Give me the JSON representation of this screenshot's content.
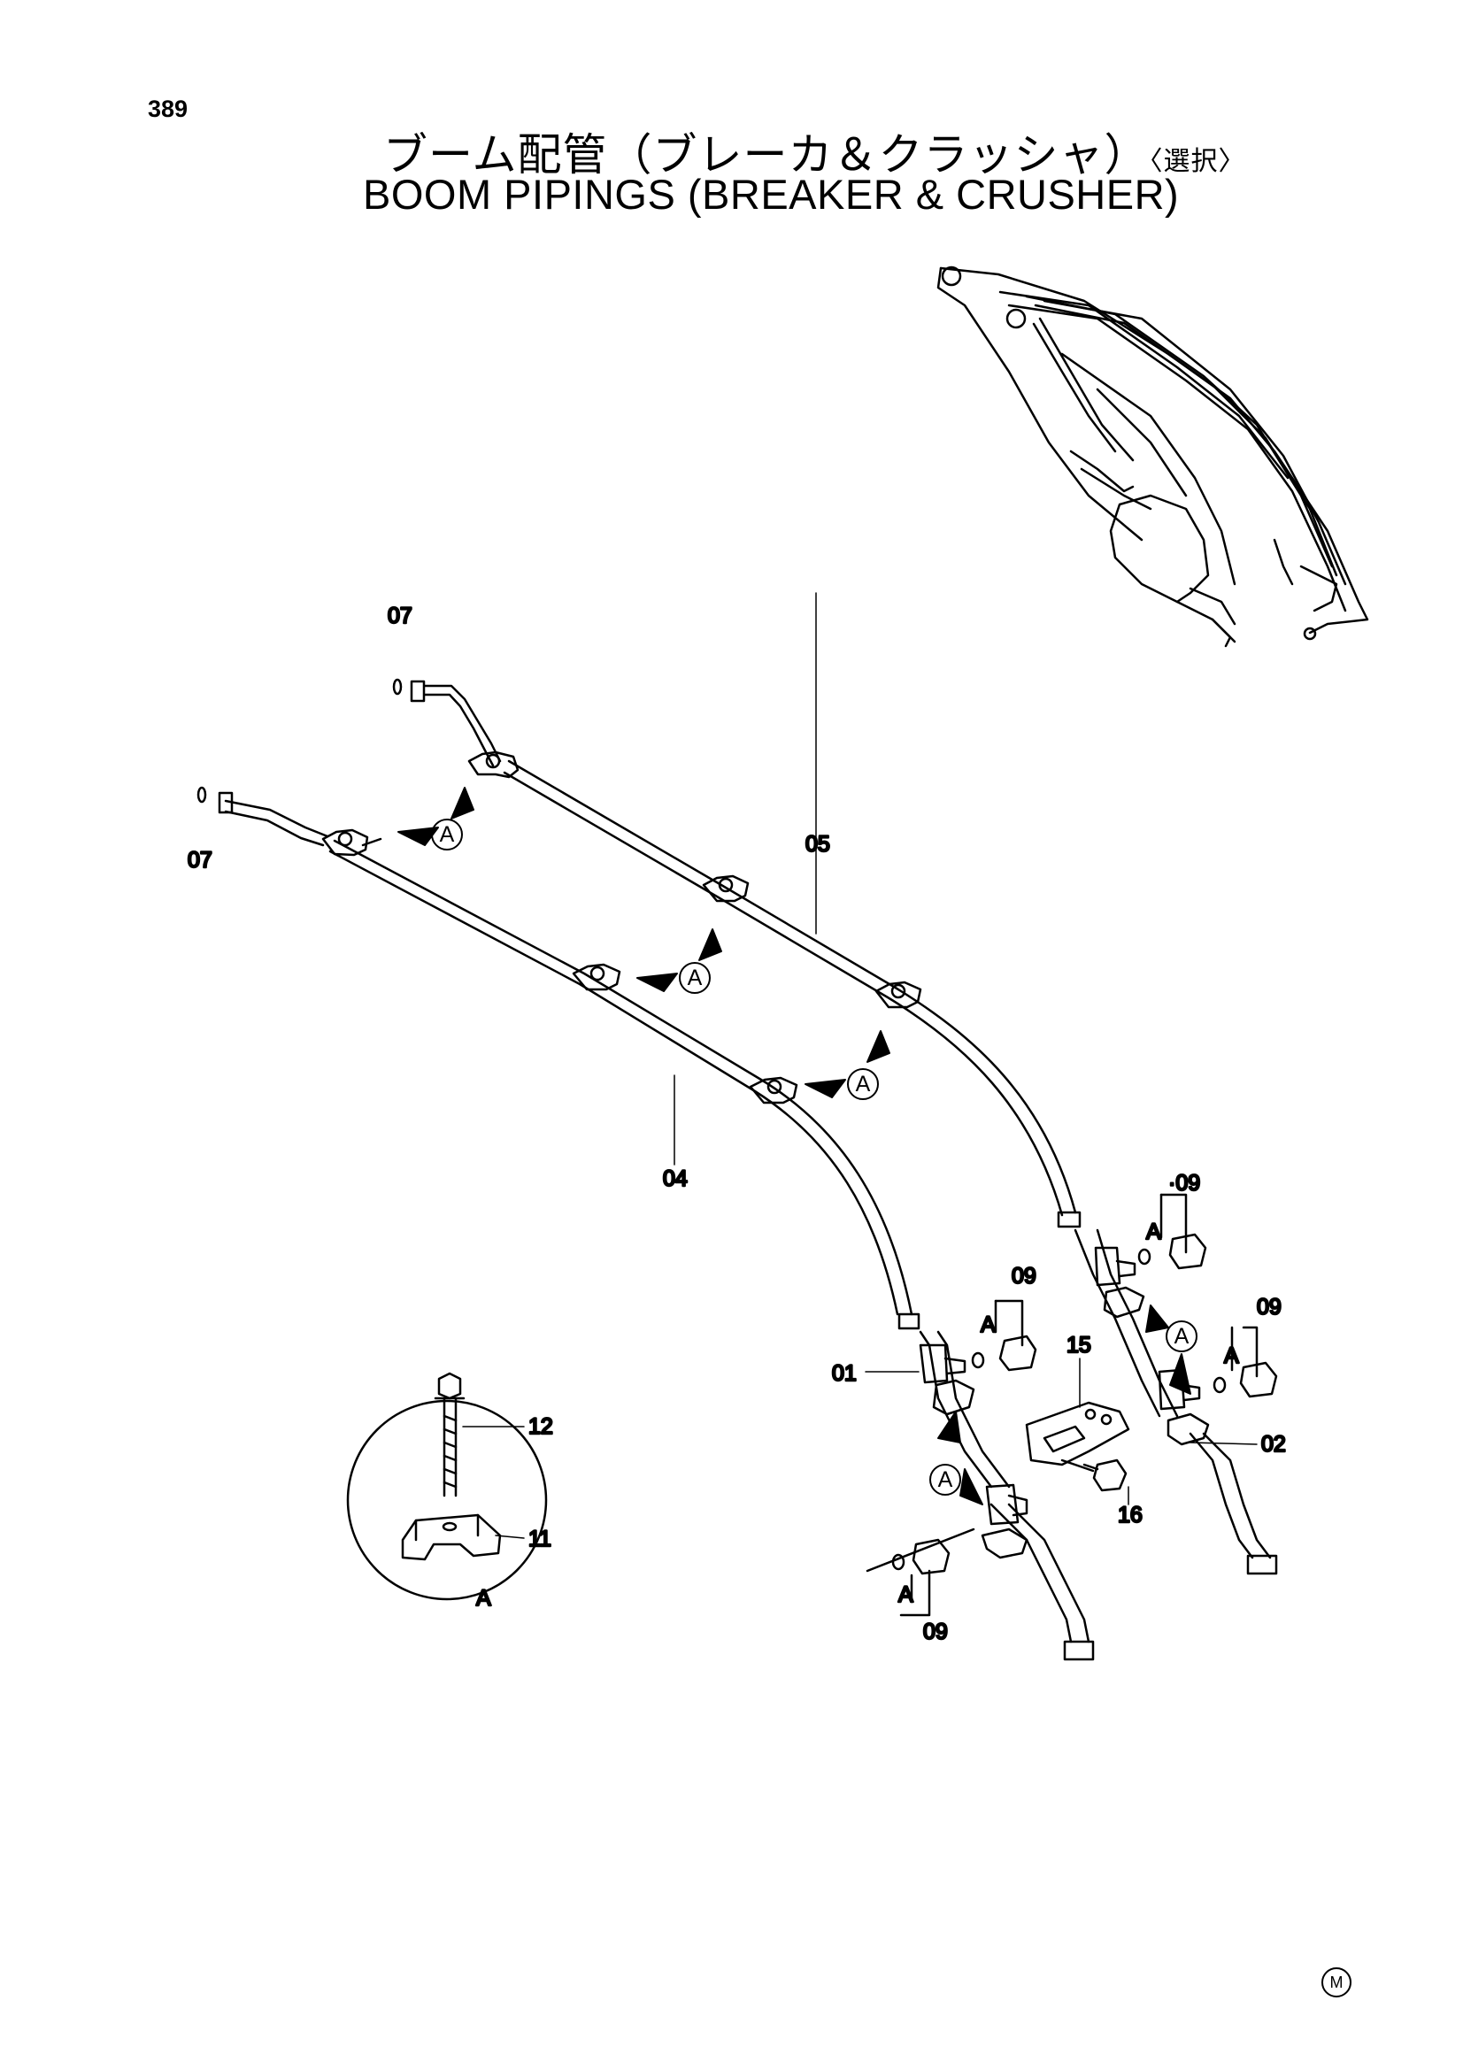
{
  "page_number": "389",
  "title_jp": "ブーム配管（ブレーカ＆クラッシャ）",
  "title_jp_option": "〈選択〉",
  "title_en": "BOOM  PIPINGS  (BREAKER & CRUSHER)",
  "labels": {
    "part_01": "01",
    "part_02": "02",
    "part_04": "04",
    "part_05": "05",
    "part_07": "07",
    "part_09": "09",
    "part_09_dot": "·09",
    "part_11": "11",
    "part_12": "12",
    "part_15": "15",
    "part_16": "16",
    "detail_a": "A"
  },
  "footer_mark": "M"
}
